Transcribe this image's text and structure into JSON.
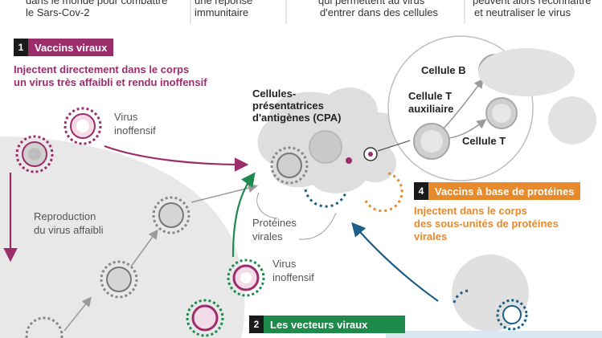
{
  "top_text": {
    "col1": "le Sars-Cov-2",
    "col1_partial": "dans le monde pour combattre",
    "col2": "immunitaire",
    "col2_partial": "une réponse",
    "col3": "d'entrer dans des cellules",
    "col3_partial": "qui permettent au virus",
    "col4": "et neutraliser le virus",
    "col4_partial": "peuvent alors reconnaître"
  },
  "section1": {
    "number": "1",
    "title": "Vaccins viraux",
    "desc_line1": "Injectent directement dans le corps",
    "desc_line2": "un virus très affaibli et rendu inoffensif"
  },
  "labels": {
    "virus_inoffensif_1a": "Virus",
    "virus_inoffensif_1b": "inoffensif",
    "reproduction_a": "Reproduction",
    "reproduction_b": "du virus affaibli",
    "cpa_a": "Cellules-",
    "cpa_b": "présentatrices",
    "cpa_c": "d'antigènes (CPA)",
    "cellule_b": "Cellule B",
    "cellule_t_aux_a": "Cellule T",
    "cellule_t_aux_b": "auxiliaire",
    "cellule_t": "Cellule T",
    "proteines_a": "Protéines",
    "proteines_b": "virales",
    "virus_inoffensif_2a": "Virus",
    "virus_inoffensif_2b": "inoffensif"
  },
  "section4": {
    "number": "4",
    "title": "Vaccins à base de protéines",
    "desc_line1": "Injectent dans le corps",
    "desc_line2": "des sous-unités de protéines",
    "desc_line3": "virales"
  },
  "section2": {
    "number": "2",
    "title": "Les vecteurs viraux"
  },
  "colors": {
    "purple": "#9c2d6b",
    "green": "#1e8a4c",
    "orange": "#e8892b",
    "teal": "#1d5f86",
    "grey_area": "#e9e9e9",
    "cell_grey": "#d9d9d9"
  }
}
